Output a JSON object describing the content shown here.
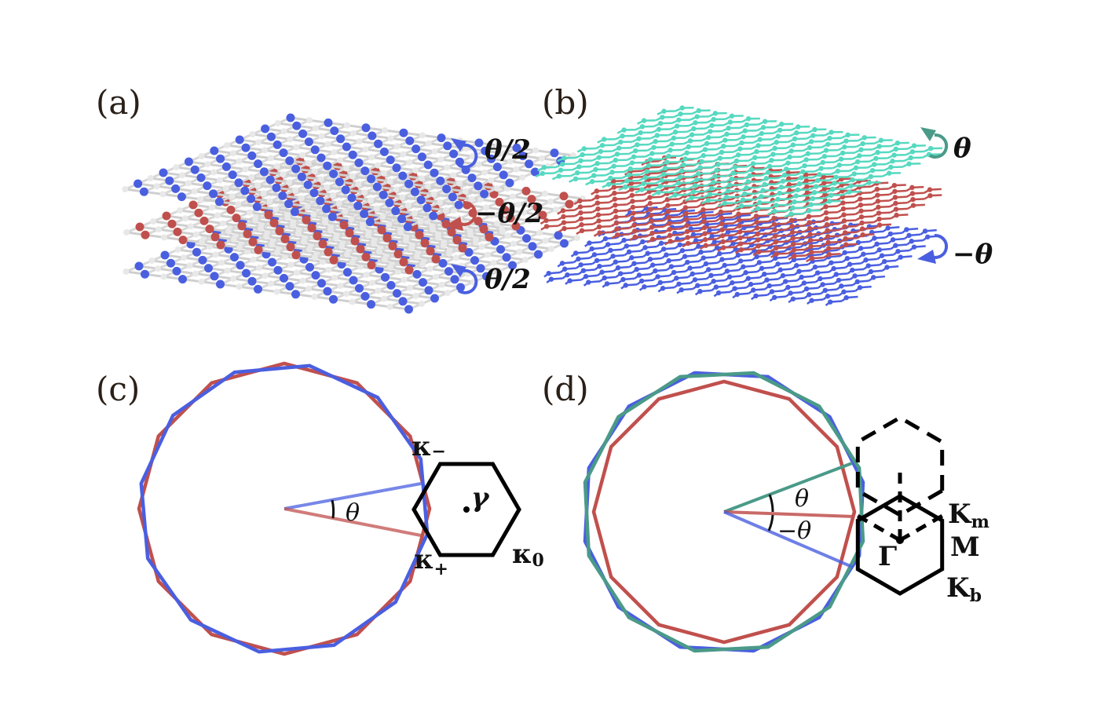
{
  "colors": {
    "blue": "#4a5fe0",
    "red": "#c0504d",
    "teal": "#4a9a88",
    "teal_layer": "#56d9c0",
    "white_atom": "#e8e8e8",
    "black": "#000000"
  },
  "panel_a": {
    "label": "(a)",
    "rotations": [
      {
        "text": "θ/2",
        "arrow": "counterclockwise-arrow",
        "color": "#4a5fe0"
      },
      {
        "text": "−θ/2",
        "arrow": "clockwise-arrow",
        "color": "#c0504d"
      },
      {
        "text": "θ/2",
        "arrow": "counterclockwise-arrow",
        "color": "#4a5fe0"
      }
    ]
  },
  "panel_b": {
    "label": "(b)",
    "rotations": [
      {
        "text": "θ",
        "arrow": "counterclockwise-arrow",
        "color": "#4a9a88"
      },
      {
        "text": "−θ",
        "arrow": "clockwise-arrow",
        "color": "#4a5fe0"
      }
    ]
  },
  "panel_c": {
    "label": "(c)",
    "angle_label": "θ",
    "k_minus": {
      "base": "κ",
      "sub": "−"
    },
    "k_plus": {
      "base": "κ",
      "sub": "+"
    },
    "k_zero": {
      "base": "κ",
      "sub": "0"
    },
    "gamma": "γ"
  },
  "panel_d": {
    "label": "(d)",
    "angle_pos": "θ",
    "angle_neg": "−θ",
    "k_m": {
      "base": "K",
      "sub": "m"
    },
    "m": "M",
    "k_b": {
      "base": "K",
      "sub": "b"
    },
    "gamma": "Γ"
  }
}
